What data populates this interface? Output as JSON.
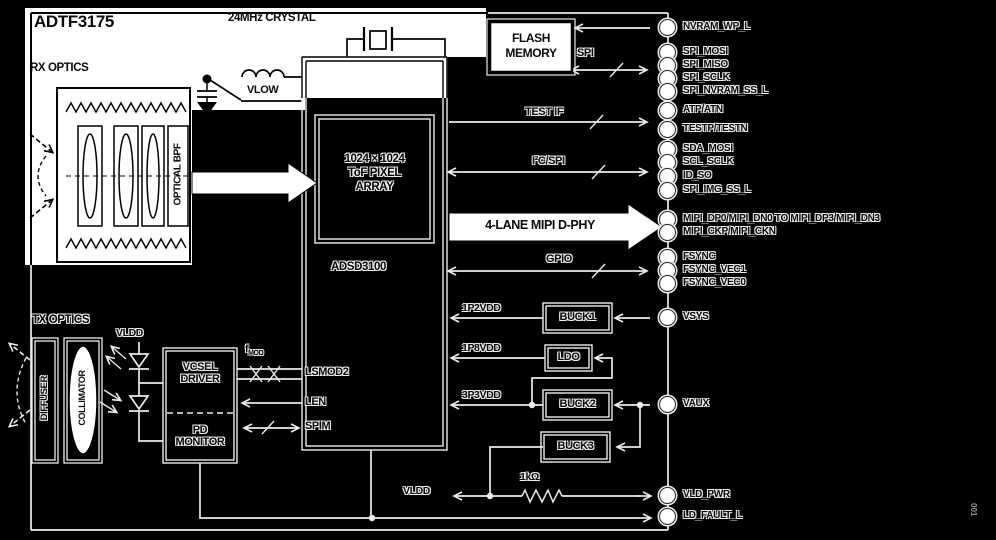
{
  "title": "ADTF3175",
  "figure_code": "001",
  "top": {
    "crystal_label": "24MHz CRYSTAL"
  },
  "rx_optics": {
    "section_label": "RX OPTICS",
    "filter_label": "OPTICAL BPF"
  },
  "vlow_label": "VLOW",
  "tx_optics": {
    "section_label": "TX OPTICS",
    "diffuser": "DIFFUSER",
    "collimator": "COLLIMATOR",
    "vldd": "VLDD",
    "fmod_base": "f",
    "fmod_sub": "MOD"
  },
  "laser_block": {
    "driver_line1": "VCSEL",
    "driver_line2": "DRIVER",
    "monitor_line1": "PD",
    "monitor_line2": "MONITOR",
    "lsmod2": "LSMOD2",
    "len": "LEN",
    "spim": "SPIM"
  },
  "asic": {
    "name": "ADSD3100",
    "array_line1": "1024 × 1024",
    "array_line2": "ToF PIXEL",
    "array_line3": "ARRAY"
  },
  "flash": {
    "line1": "FLASH",
    "line2": "MEMORY",
    "bus_label": "SPI"
  },
  "buses": {
    "test": "TEST IF",
    "i2c_spi": "I²C/SPI",
    "mipi": "4-LANE MIPI D-PHY",
    "gpio": "GPIO"
  },
  "power": {
    "rail_1p2": "1P2VDD",
    "rail_1p8": "1P8VDD",
    "rail_3p3": "3P3VDD",
    "buck1": "BUCK1",
    "ldo": "LDO",
    "buck2": "BUCK2",
    "buck3": "BUCK3",
    "vldd": "VLDD",
    "resistor": "1kΩ"
  },
  "colors": {
    "background": "#000000",
    "ink_light": "#ececec",
    "paper": "#ffffff"
  },
  "pins": [
    {
      "label": "NVRAM_WP_L"
    },
    {
      "label": "SPI_MOSI"
    },
    {
      "label": "SPI_MISO"
    },
    {
      "label": "SPI_SCLK"
    },
    {
      "label": "SPI_NVRAM_SS_L"
    },
    {
      "label": "ATP/ATN"
    },
    {
      "label": "TESTP/TESTN"
    },
    {
      "label": "SDA_MOSI"
    },
    {
      "label": "SCL_SCLK"
    },
    {
      "label": "ID_SO"
    },
    {
      "label": "SPI_IMG_SS_L"
    },
    {
      "label": "MIPI_DP0/MIPI_DN0 TO MIPI_DP3/MIPI_DN3"
    },
    {
      "label": "MIPI_CKP/MIPI_CKN"
    },
    {
      "label": "FSYNC"
    },
    {
      "label": "FSYNC_VEC1"
    },
    {
      "label": "FSYNC_VEC0"
    },
    {
      "label": "VSYS"
    },
    {
      "label": "VAUX"
    },
    {
      "label": "VLD_PWR"
    },
    {
      "label": "LD_FAULT_L"
    }
  ]
}
